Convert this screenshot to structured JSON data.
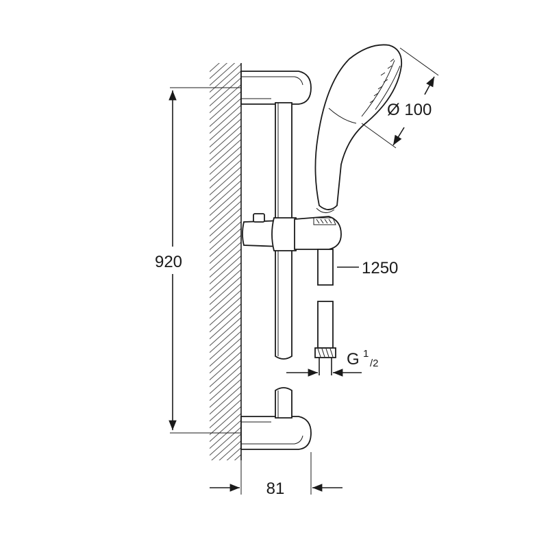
{
  "dimensions": {
    "height": "920",
    "projection": "81",
    "head_diameter": "Ø 100",
    "hose_length": "1250",
    "thread_main": "G",
    "thread_num": "1",
    "thread_den": "/2"
  },
  "colors": {
    "line": "#1a1a1a",
    "hatch": "#555555",
    "background": "#ffffff"
  }
}
